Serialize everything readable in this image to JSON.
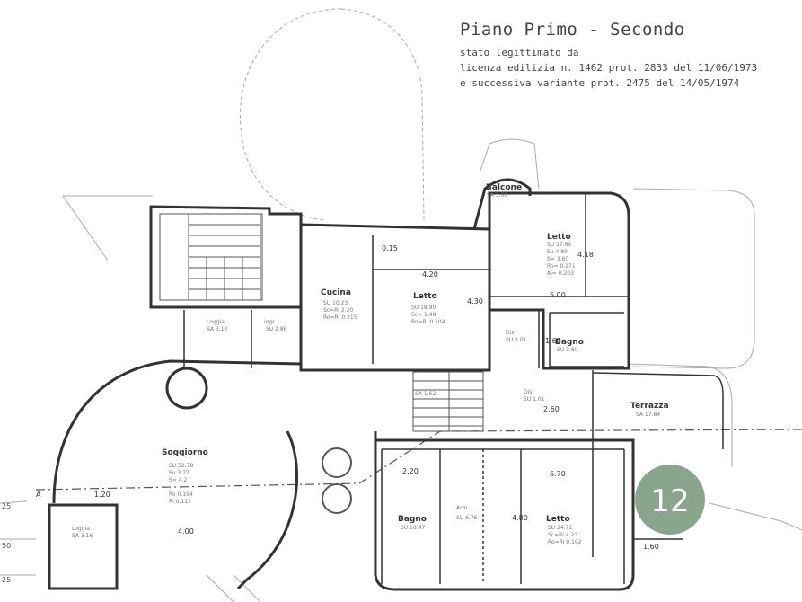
{
  "title": {
    "main": "Piano Primo - Secondo",
    "line1": "stato legittimato da",
    "line2": "licenza edilizia n. 1462 prot. 2833 del 11/06/1973",
    "line3": "e successiva variante prot. 2475 del 14/05/1974"
  },
  "badge": {
    "label": "12",
    "color": "#8aa58d"
  },
  "colors": {
    "line": "#333333",
    "faint": "#aaaaaa"
  },
  "rooms": {
    "balcone": {
      "name": "Balcone",
      "info": [
        "SA 3.60"
      ]
    },
    "letto1": {
      "name": "Letto",
      "info": [
        "SU 17.60",
        "Su 4.80",
        "S= 3.60",
        "Ro= 0.271",
        "Ai= 0.203"
      ]
    },
    "cucina": {
      "name": "Cucina",
      "info": [
        "SU 10.23",
        "Sc=Ri 2.20",
        "Ro=Ri 0.215"
      ]
    },
    "letto2": {
      "name": "Letto",
      "info": [
        "SU 18.90",
        "Sc= 1.48",
        "Ro=Ri 0.104"
      ]
    },
    "loggia1": {
      "name": "Loggia",
      "info": [
        "SA 3.13"
      ]
    },
    "ingr": {
      "name": "ingr",
      "info": [
        "SU 2.86"
      ]
    },
    "dis1": {
      "name": "Dis",
      "info": [
        "SU 3.01"
      ]
    },
    "bagno1": {
      "name": "Bagno",
      "info": [
        "SU 3.60"
      ]
    },
    "dis2": {
      "name": "Dis",
      "info": [
        "SU 1.01"
      ]
    },
    "scala": {
      "name": "",
      "info": [
        "SA 1.62"
      ]
    },
    "terrazza": {
      "name": "Terrazza",
      "info": [
        "SA 17.84"
      ]
    },
    "soggiorno": {
      "name": "Soggiorno",
      "info": [
        "SU 32.78",
        "Su 3.27",
        "S= 4.2",
        "Ro 0.154",
        "Ri 0.112"
      ]
    },
    "bagno2": {
      "name": "Bagno",
      "info": [
        "SU 10.47"
      ]
    },
    "arm": {
      "name": "Arm",
      "info": [
        "SU 6.76"
      ]
    },
    "letto3": {
      "name": "Letto",
      "info": [
        "SU 24.71",
        "Sc=Ri 4.23",
        "Ro=Ri 0.192"
      ]
    },
    "loggia2": {
      "name": "Loggia",
      "info": [
        "SA 3.16"
      ]
    }
  },
  "dimensions": {
    "d015": "0.15",
    "d420": "4.20",
    "d430": "4.30",
    "d418": "4.18",
    "d500": "5.00",
    "d160a": "1.60",
    "d260": "2.60",
    "d220": "2.20",
    "d670": "6.70",
    "d120": "1.20",
    "d400": "4.00",
    "d480": "4.80",
    "d160b": "1.60"
  },
  "markers": {
    "section": "A"
  },
  "edge": {
    "t1": "25",
    "t2": "50",
    "t3": "25"
  }
}
